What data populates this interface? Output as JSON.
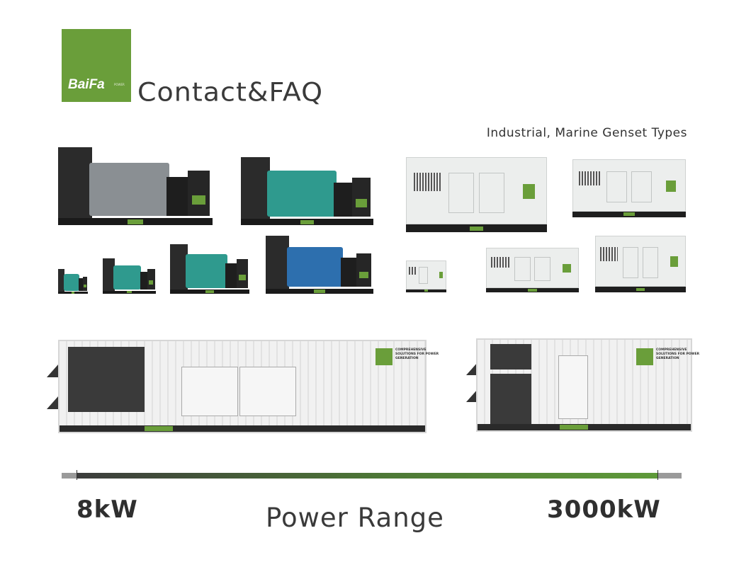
{
  "header": {
    "logo_text": "BaiFa",
    "logo_tm": "POWER",
    "title": "Contact&FAQ",
    "subtitle": "Industrial, Marine Genset Types"
  },
  "products": {
    "container_slogan": "COMPREHENSIVE SOLUTIONS FOR POWER GENERATION",
    "engine_colors": {
      "gray": "#8a8f93",
      "teal": "#2f9a8e",
      "blue": "#2d6fae"
    }
  },
  "range": {
    "min": "8kW",
    "title": "Power Range",
    "max": "3000kW"
  },
  "colors": {
    "brand_green": "#6a9e3a",
    "text": "#333333"
  }
}
